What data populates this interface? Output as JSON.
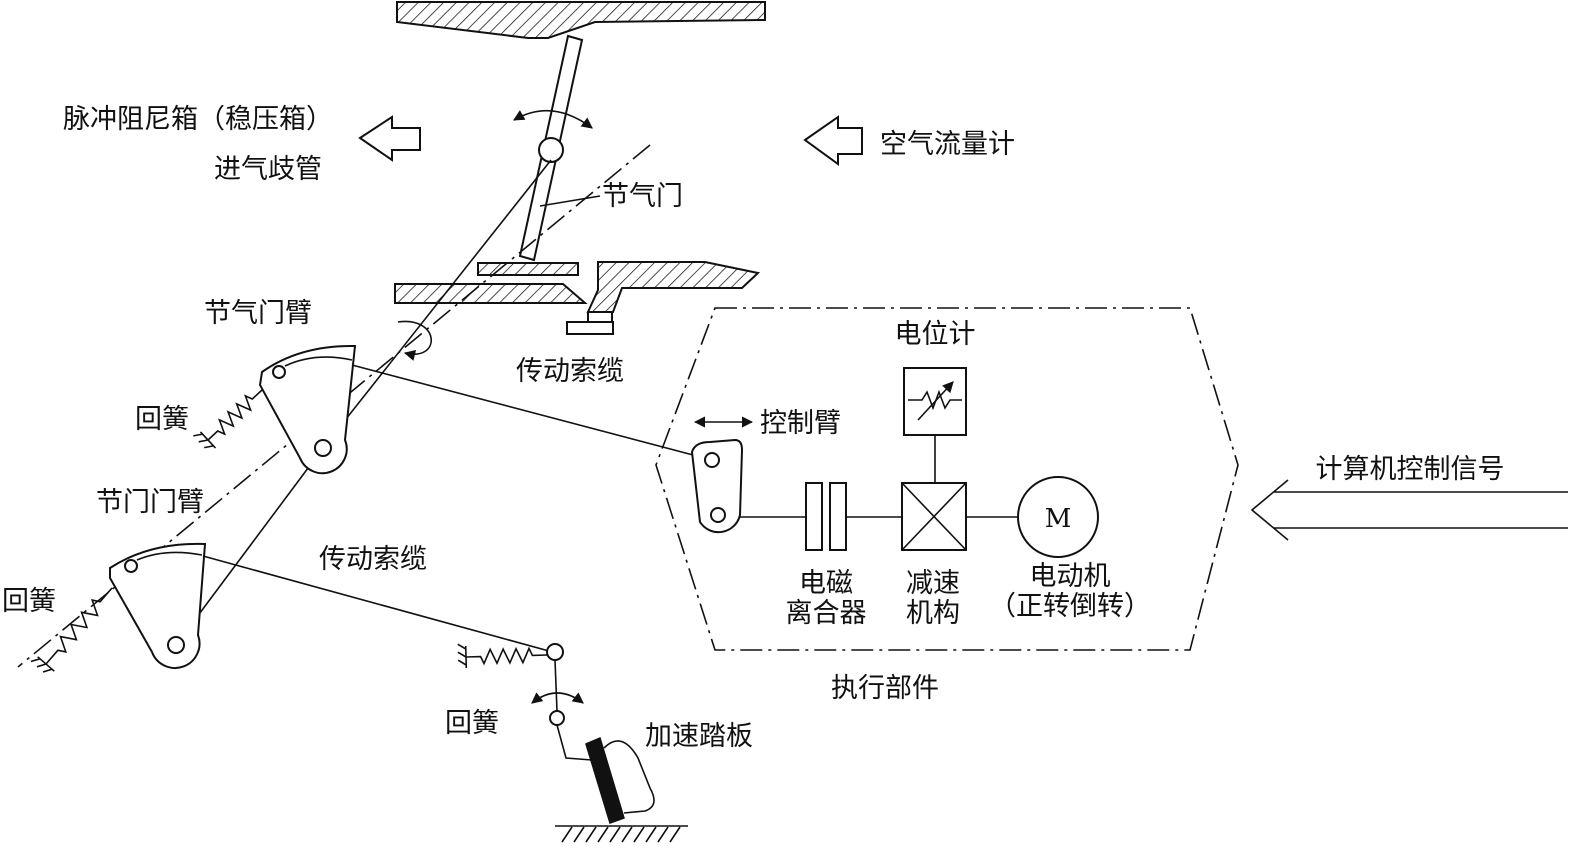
{
  "intake": {
    "surge_tank_label": "脉冲阻尼箱（稳压箱）",
    "intake_manifold_label": "进气歧管",
    "air_flow_meter_label": "空气流量计",
    "throttle_valve_label": "节气门"
  },
  "linkage": {
    "throttle_arm_label": "节气门臂",
    "cable_upper_label": "传动索缆",
    "spring_upper_label": "回簧",
    "throttle_arm_lower_label": "节门门臂",
    "spring_lower_label": "回簧",
    "cable_lower_label": "传动索缆",
    "spring_pedal_label": "回簧",
    "accelerator_pedal_label": "加速踏板"
  },
  "actuator": {
    "potentiometer_label": "电位计",
    "control_arm_label": "控制臂",
    "clutch_label_line1": "电磁",
    "clutch_label_line2": "离合器",
    "reducer_label_line1": "减速",
    "reducer_label_line2": "机构",
    "motor_symbol": "M",
    "motor_label_line1": "电动机",
    "motor_label_line2": "（正转倒转）",
    "group_label": "执行部件"
  },
  "signal": {
    "computer_control_label": "计算机控制信号"
  }
}
